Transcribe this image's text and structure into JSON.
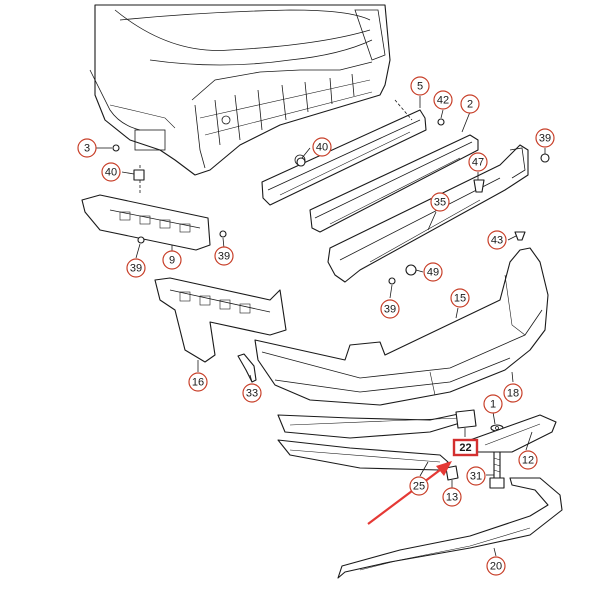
{
  "colors": {
    "line": "#1a1a1a",
    "callout": "#c8402a",
    "highlight": "#d32f2f",
    "arrow": "#e53935"
  },
  "callouts": [
    {
      "id": "c3a",
      "label": "3"
    },
    {
      "id": "c40a",
      "label": "40"
    },
    {
      "id": "c40b",
      "label": "40"
    },
    {
      "id": "c5",
      "label": "5"
    },
    {
      "id": "c42",
      "label": "42"
    },
    {
      "id": "c2",
      "label": "2"
    },
    {
      "id": "c39a",
      "label": "39"
    },
    {
      "id": "c47",
      "label": "47"
    },
    {
      "id": "c35",
      "label": "35"
    },
    {
      "id": "c43",
      "label": "43"
    },
    {
      "id": "c49",
      "label": "49"
    },
    {
      "id": "c39b",
      "label": "39"
    },
    {
      "id": "c9",
      "label": "9"
    },
    {
      "id": "c39c",
      "label": "39"
    },
    {
      "id": "c39d",
      "label": "39"
    },
    {
      "id": "c15",
      "label": "15"
    },
    {
      "id": "c16",
      "label": "16"
    },
    {
      "id": "c33",
      "label": "33"
    },
    {
      "id": "c18",
      "label": "18"
    },
    {
      "id": "c1",
      "label": "1"
    },
    {
      "id": "c12",
      "label": "12"
    },
    {
      "id": "c31",
      "label": "31"
    },
    {
      "id": "c25",
      "label": "25"
    },
    {
      "id": "c13",
      "label": "13"
    },
    {
      "id": "c20",
      "label": "20"
    }
  ],
  "highlighted_part": {
    "label": "22"
  }
}
